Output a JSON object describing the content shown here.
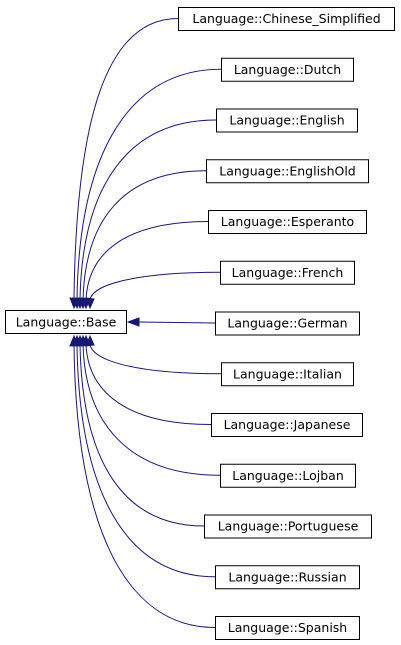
{
  "base": {
    "label": "Language::Base"
  },
  "derived": [
    {
      "label": "Language::Chinese_Simplified"
    },
    {
      "label": "Language::Dutch"
    },
    {
      "label": "Language::English"
    },
    {
      "label": "Language::EnglishOld"
    },
    {
      "label": "Language::Esperanto"
    },
    {
      "label": "Language::French"
    },
    {
      "label": "Language::German"
    },
    {
      "label": "Language::Italian"
    },
    {
      "label": "Language::Japanese"
    },
    {
      "label": "Language::Lojban"
    },
    {
      "label": "Language::Portuguese"
    },
    {
      "label": "Language::Russian"
    },
    {
      "label": "Language::Spanish"
    }
  ],
  "colors": {
    "edge": "#191970",
    "node_border": "#000000",
    "background": "#ffffff"
  }
}
